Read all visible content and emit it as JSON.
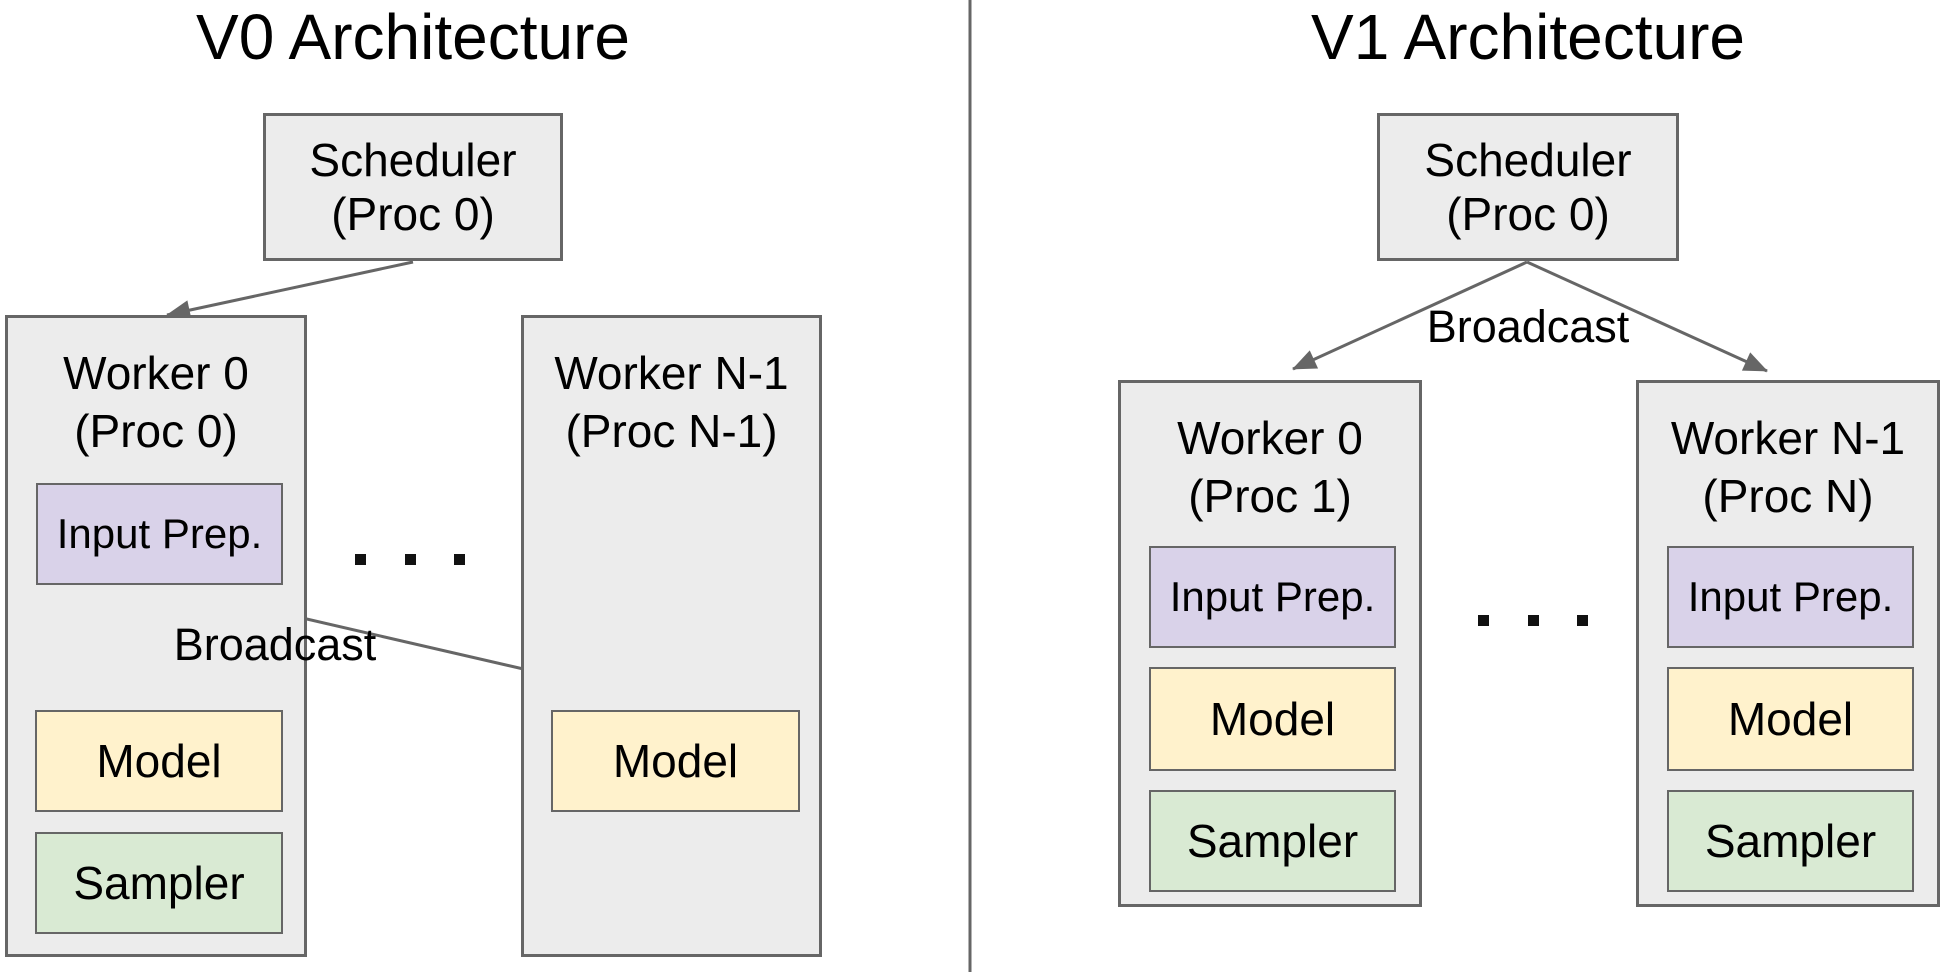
{
  "colors": {
    "box_fill": "#ececec",
    "box_border": "#666666",
    "input_prep_fill": "#d9d2e9",
    "model_fill": "#fff2cc",
    "sampler_fill": "#d9ead3",
    "arrow": "#666666",
    "divider": "#666666"
  },
  "left_panel": {
    "title": "V0 Architecture",
    "scheduler": {
      "line1": "Scheduler",
      "line2": "(Proc 0)"
    },
    "worker0": {
      "line1": "Worker 0",
      "line2": "(Proc 0)",
      "input_prep": "Input Prep.",
      "model": "Model",
      "sampler": "Sampler"
    },
    "worker_n1": {
      "line1": "Worker N-1",
      "line2": "(Proc N-1)",
      "model": "Model"
    },
    "broadcast_label": "Broadcast",
    "ellipsis": ". . ."
  },
  "right_panel": {
    "title": "V1 Architecture",
    "scheduler": {
      "line1": "Scheduler",
      "line2": "(Proc 0)"
    },
    "worker0": {
      "line1": "Worker 0",
      "line2": "(Proc 1)",
      "input_prep": "Input Prep.",
      "model": "Model",
      "sampler": "Sampler"
    },
    "worker_n1": {
      "line1": "Worker N-1",
      "line2": "(Proc N)",
      "input_prep": "Input Prep.",
      "model": "Model",
      "sampler": "Sampler"
    },
    "broadcast_label": "Broadcast",
    "ellipsis": ". . ."
  }
}
